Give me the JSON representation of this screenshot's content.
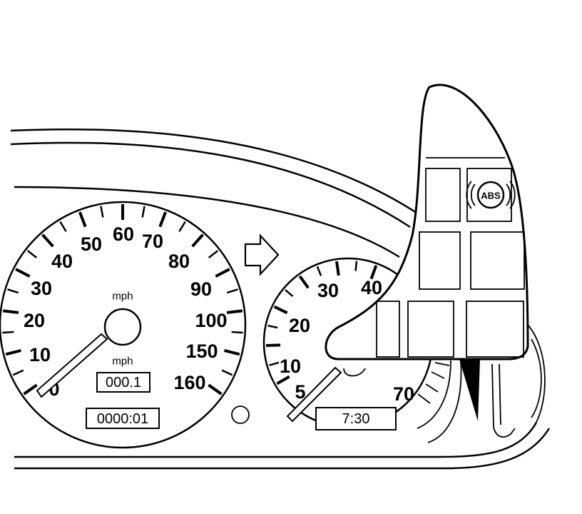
{
  "speedometer": {
    "unit_top": "mph",
    "unit_bottom": "mph",
    "labels": [
      "0",
      "10",
      "20",
      "30",
      "40",
      "50",
      "60",
      "70",
      "80",
      "90",
      "100",
      "150",
      "160"
    ],
    "trip_display": "000.1",
    "odometer_display": "0000:01"
  },
  "tachometer": {
    "labels": [
      "5",
      "10",
      "20",
      "30",
      "40"
    ],
    "clock_display": "7:30"
  },
  "fuel_gauge": {
    "label": "70"
  },
  "warning_panel": {
    "abs_text": "ABS"
  }
}
